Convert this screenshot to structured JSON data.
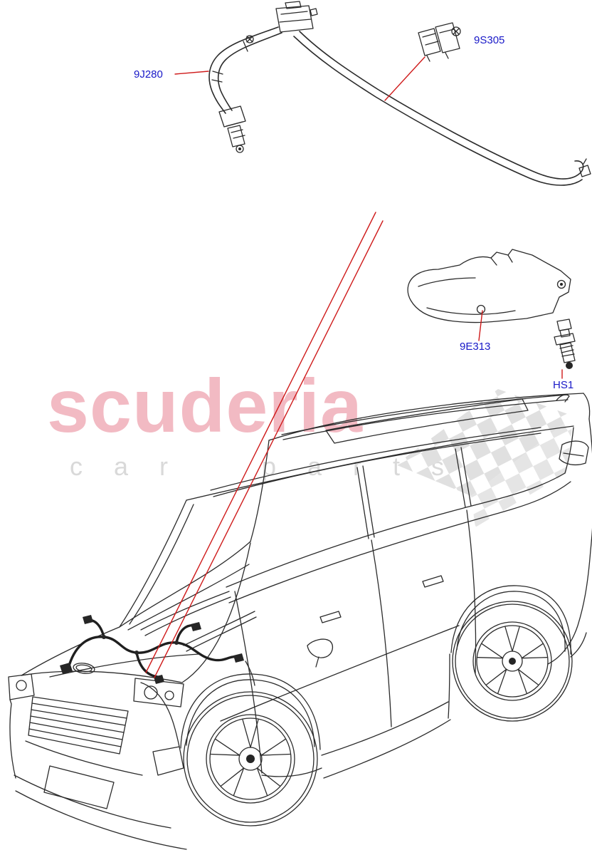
{
  "watermark": {
    "title": "scuderia",
    "subtitle": "car parts"
  },
  "parts": {
    "harness": {
      "code": "9J280"
    },
    "connector": {
      "code": "9S305"
    },
    "bracket": {
      "code": "9E313"
    },
    "hardware": {
      "code": "HS1"
    }
  },
  "colors": {
    "label_blue": "#1919c8",
    "leader_red": "#cf1b1b",
    "line_art": "#2b2b2b",
    "watermark_pink": "#f2bac3",
    "watermark_gray": "#d9d9d9",
    "flag_gray": "#e0e0e0",
    "background": "#ffffff"
  }
}
